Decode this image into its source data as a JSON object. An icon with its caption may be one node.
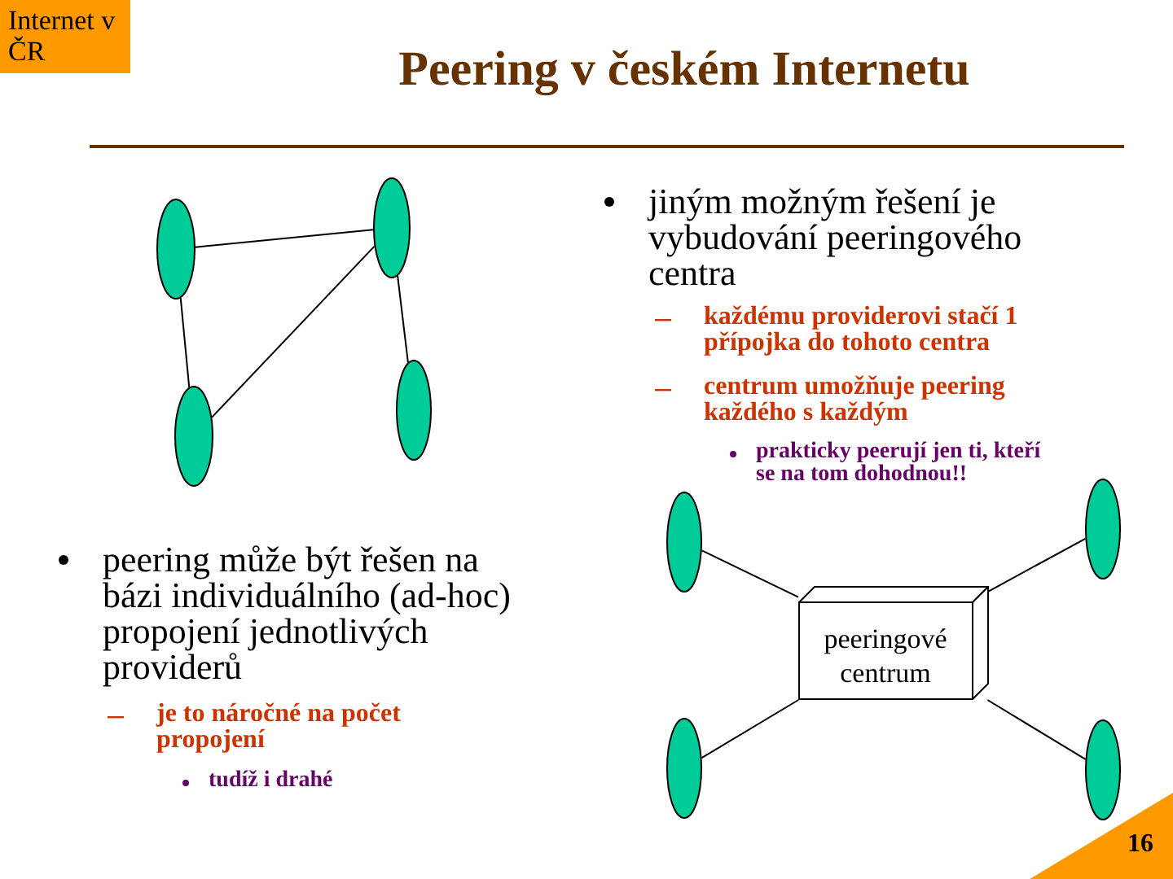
{
  "diagram": {
    "title": "Peering v českém Internetu",
    "nodes": [
      {
        "text": [],
        "shape": "ellipse"
      },
      {
        "text": [],
        "shape": "ellipse"
      },
      {
        "text": [],
        "shape": "ellipse"
      },
      {
        "text": [],
        "shape": "ellipse"
      },
      {
        "text": [],
        "shape": "ellipse"
      },
      {
        "text": [],
        "shape": "ellipse"
      },
      {
        "text": [
          "peeringové centrum"
        ]
      },
      {
        "text": [],
        "shape": "ellipse"
      },
      {
        "text": [],
        "shape": "ellipse"
      }
    ],
    "edges": [
      {
        "from": 0,
        "to": 1,
        "arrow": "none"
      },
      {
        "from": 0,
        "to": 2,
        "arrow": "none"
      },
      {
        "from": 1,
        "to": 2,
        "arrow": "none"
      },
      {
        "from": 1,
        "to": 3,
        "arrow": "none"
      },
      {
        "from": 4,
        "to": 6,
        "arrow": "none"
      },
      {
        "from": 5,
        "to": 6,
        "arrow": "none"
      },
      {
        "from": 7,
        "to": 6,
        "arrow": "none"
      },
      {
        "from": 8,
        "to": 6,
        "arrow": "none"
      }
    ],
    "labels": [
      "Internet v ČR",
      "jiným možným řešení je vybudování peeringového centra",
      "každému providerovi stačí 1 přípojka do tohoto centra",
      "centrum umožňuje peering každého s každým",
      "prakticky peerují jen ti, kteří se na tom dohodnou!!",
      "peering může být řešen na bázi individuálního (ad-hoc) propojení jednotlivých providerů",
      "je to náročné na počet propojení",
      "tudíž i drahé",
      "16"
    ]
  }
}
